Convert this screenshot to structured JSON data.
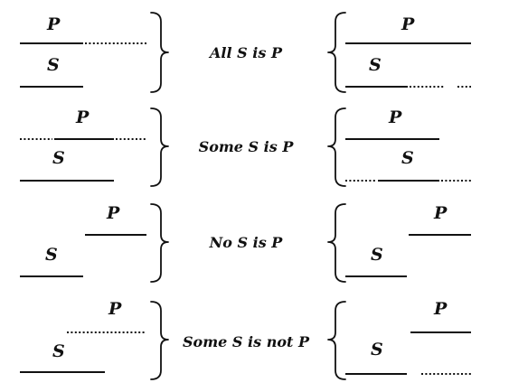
{
  "labels": {
    "p": "P",
    "s": "S"
  },
  "propositions": [
    {
      "id": "all-s-is-p",
      "text": "All S is P"
    },
    {
      "id": "some-s-is-p",
      "text": "Some S is P"
    },
    {
      "id": "no-s-is-p",
      "text": "No S is P"
    },
    {
      "id": "some-s-is-not-p",
      "text": "Some S is not P"
    }
  ]
}
